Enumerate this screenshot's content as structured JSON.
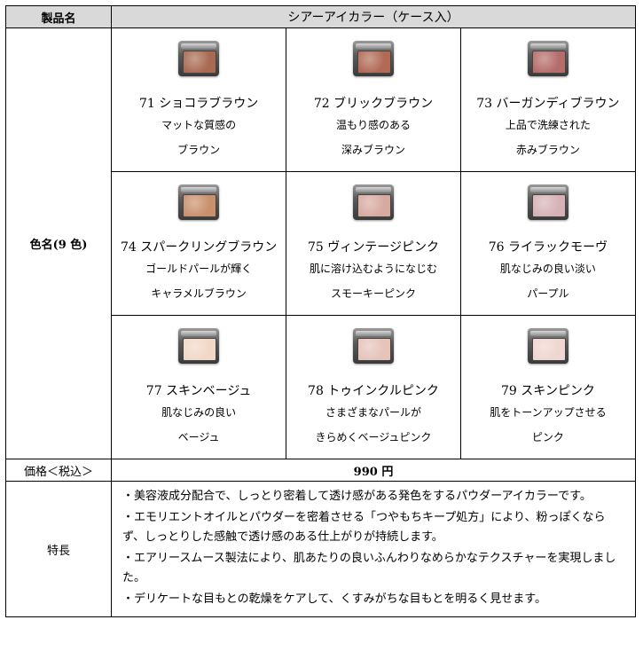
{
  "table": {
    "product_label": "製品名",
    "product_name": "シアーアイカラー（ケース入）",
    "colors_label": "色名(9 色)",
    "price_label": "価格＜税込＞",
    "price": "990 円",
    "features_label": "特長"
  },
  "shades": [
    {
      "name": "71 ショコラブラウン",
      "desc1": "マットな質感の",
      "desc2": "ブラウン",
      "color": "#a86a52"
    },
    {
      "name": "72 ブリックブラウン",
      "desc1": "温もり感のある",
      "desc2": "深みブラウン",
      "color": "#b06a55"
    },
    {
      "name": "73 バーガンディブラウン",
      "desc1": "上品で洗練された",
      "desc2": "赤みブラウン",
      "color": "#b46d6a"
    },
    {
      "name": "74 スパークリングブラウン",
      "desc1": "ゴールドパールが輝く",
      "desc2": "キャラメルブラウン",
      "color": "#c9906c"
    },
    {
      "name": "75 ヴィンテージピンク",
      "desc1": "肌に溶け込むようになじむ",
      "desc2": "スモーキーピンク",
      "color": "#d7aaa0"
    },
    {
      "name": "76 ライラックモーヴ",
      "desc1": "肌なじみの良い淡い",
      "desc2": "パープル",
      "color": "#d6b2b6"
    },
    {
      "name": "77 スキンベージュ",
      "desc1": "肌なじみの良い",
      "desc2": "ベージュ",
      "color": "#f1d8c6"
    },
    {
      "name": "78 トゥインクルピンク",
      "desc1": "さまざまなパールが",
      "desc2": "きらめくベージュピンク",
      "color": "#e6c3bb"
    },
    {
      "name": "79 スキンピンク",
      "desc1": "肌をトーンアップさせる",
      "desc2": "ピンク",
      "color": "#efd6d0"
    }
  ],
  "features": [
    "・美容液成分配合で、しっとり密着して透け感がある発色をするパウダーアイカラーです。",
    "・エモリエントオイルとパウダーを密着させる「つやもちキープ処方」により、粉っぽくならず、しっとりした感触で透け感のある仕上がりが持続します。",
    "・エアリースムース製法により、肌あたりの良いふんわりなめらかなテクスチャーを実現しました。",
    "・デリケートな目もとの乾燥をケアして、くすみがちな目もとを明るく見せます。"
  ]
}
